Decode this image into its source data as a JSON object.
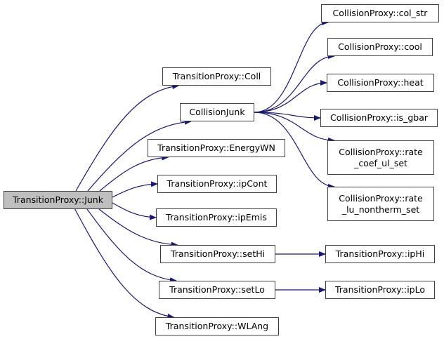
{
  "diagram": {
    "type": "call-graph",
    "colors": {
      "edge": "#191970",
      "root_fill": "#bfbfbf",
      "node_fill": "#ffffff",
      "border": "#404040"
    },
    "nodes": {
      "junk": "TransitionProxy::Junk",
      "coll": "TransitionProxy::Coll",
      "collisionjunk": "CollisionJunk",
      "energywn": "TransitionProxy::EnergyWN",
      "ipcont": "TransitionProxy::ipCont",
      "ipemis": "TransitionProxy::ipEmis",
      "sethi": "TransitionProxy::setHi",
      "setlo": "TransitionProxy::setLo",
      "wlang": "TransitionProxy::WLAng",
      "col_str": "CollisionProxy::col_str",
      "cool": "CollisionProxy::cool",
      "heat": "CollisionProxy::heat",
      "is_gbar": "CollisionProxy::is_gbar",
      "rate_coef": "CollisionProxy::rate\n_coef_ul_set",
      "rate_lu": "CollisionProxy::rate\n_lu_nontherm_set",
      "iphi": "TransitionProxy::ipHi",
      "iplo": "TransitionProxy::ipLo"
    },
    "edges": [
      [
        "junk",
        "coll"
      ],
      [
        "junk",
        "collisionjunk"
      ],
      [
        "junk",
        "energywn"
      ],
      [
        "junk",
        "ipcont"
      ],
      [
        "junk",
        "ipemis"
      ],
      [
        "junk",
        "sethi"
      ],
      [
        "junk",
        "setlo"
      ],
      [
        "junk",
        "wlang"
      ],
      [
        "collisionjunk",
        "col_str"
      ],
      [
        "collisionjunk",
        "cool"
      ],
      [
        "collisionjunk",
        "heat"
      ],
      [
        "collisionjunk",
        "is_gbar"
      ],
      [
        "collisionjunk",
        "rate_coef"
      ],
      [
        "collisionjunk",
        "rate_lu"
      ],
      [
        "sethi",
        "iphi"
      ],
      [
        "setlo",
        "iplo"
      ]
    ]
  }
}
